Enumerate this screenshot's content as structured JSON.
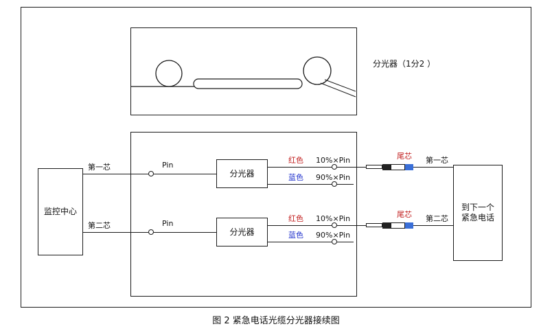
{
  "caption": "图 2  紧急电话光缆分光器接续图",
  "top_panel": {
    "label": "分光器（1分2 ）"
  },
  "left_box": {
    "label": "监控中心"
  },
  "right_box": {
    "label_line1": "到下一个",
    "label_line2": "紧急电话"
  },
  "rows": [
    {
      "input_label": "第一芯",
      "pin_label": "Pin",
      "splitter_label": "分光器",
      "red_label": "红色",
      "red_ratio": "10%×Pin",
      "blue_label": "蓝色",
      "blue_ratio": "90%×Pin",
      "pigtail_label": "尾芯",
      "output_label": "第一芯"
    },
    {
      "input_label": "第二芯",
      "pin_label": "Pin",
      "splitter_label": "分光器",
      "red_label": "红色",
      "red_ratio": "10%×Pin",
      "blue_label": "蓝色",
      "blue_ratio": "90%×Pin",
      "pigtail_label": "尾芯",
      "output_label": "第二芯"
    }
  ],
  "colors": {
    "line": "#1a1a1a",
    "red_label": "#c22222",
    "blue_label": "#2233cc",
    "connector_dark": "#222222",
    "connector_blue": "#3a6fd8"
  }
}
